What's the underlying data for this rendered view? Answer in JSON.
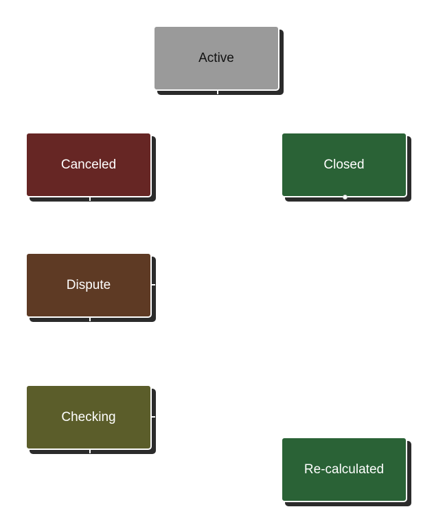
{
  "diagram": {
    "nodes": [
      {
        "id": "active",
        "label": "Active",
        "fill": "#9a9a9a",
        "text_color": "#111111"
      },
      {
        "id": "canceled",
        "label": "Canceled",
        "fill": "#662624",
        "text_color": "#ffffff"
      },
      {
        "id": "closed",
        "label": "Closed",
        "fill": "#2a6236",
        "text_color": "#ffffff"
      },
      {
        "id": "dispute",
        "label": "Dispute",
        "fill": "#5e3a24",
        "text_color": "#ffffff"
      },
      {
        "id": "checking",
        "label": "Checking",
        "fill": "#5b5d2a",
        "text_color": "#ffffff"
      },
      {
        "id": "recalculated",
        "label": "Re-calculated",
        "fill": "#2a6236",
        "text_color": "#ffffff"
      }
    ]
  }
}
